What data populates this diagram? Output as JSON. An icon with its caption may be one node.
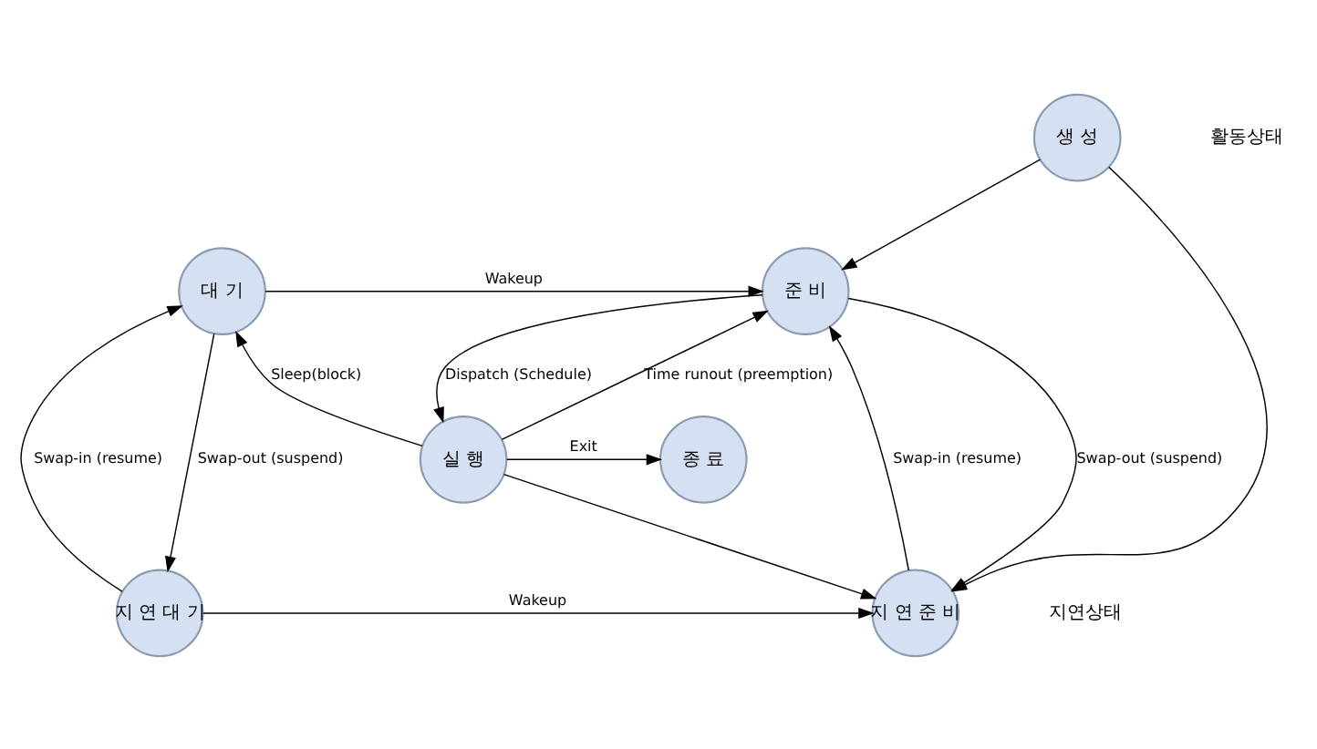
{
  "diagram": {
    "nodes": [
      {
        "text": [
          "생 성"
        ]
      },
      {
        "text": [
          "준 비"
        ]
      },
      {
        "text": [
          "실 행"
        ]
      },
      {
        "text": [
          "종 료"
        ]
      },
      {
        "text": [
          "대 기"
        ]
      },
      {
        "text": [
          "지 연 준 비"
        ]
      },
      {
        "text": [
          "지 연 대 기"
        ]
      }
    ],
    "edges": [
      {
        "from": 0,
        "to": 1,
        "arrow": "to"
      },
      {
        "from": 0,
        "to": 5,
        "arrow": "to"
      },
      {
        "from": 1,
        "to": 2,
        "arrow": "to",
        "label": "Dispatch (Schedule)"
      },
      {
        "from": 2,
        "to": 1,
        "arrow": "to",
        "label": "Time runout (preemption)"
      },
      {
        "from": 2,
        "to": 3,
        "arrow": "to",
        "label": "Exit"
      },
      {
        "from": 2,
        "to": 4,
        "arrow": "to",
        "label": "Sleep(block)"
      },
      {
        "from": 4,
        "to": 1,
        "arrow": "to",
        "label": "Wakeup"
      },
      {
        "from": 2,
        "to": 5,
        "arrow": "to"
      },
      {
        "from": 1,
        "to": 5,
        "arrow": "to",
        "label": "Swap-out (suspend)"
      },
      {
        "from": 5,
        "to": 1,
        "arrow": "to",
        "label": "Swap-in (resume)"
      },
      {
        "from": 4,
        "to": 6,
        "arrow": "to",
        "label": "Swap-out (suspend)"
      },
      {
        "from": 6,
        "to": 4,
        "arrow": "to",
        "label": "Swap-in (resume)"
      },
      {
        "from": 6,
        "to": 5,
        "arrow": "to",
        "label": "Wakeup"
      }
    ],
    "labels": [
      "활동상태",
      "지연상태"
    ]
  }
}
